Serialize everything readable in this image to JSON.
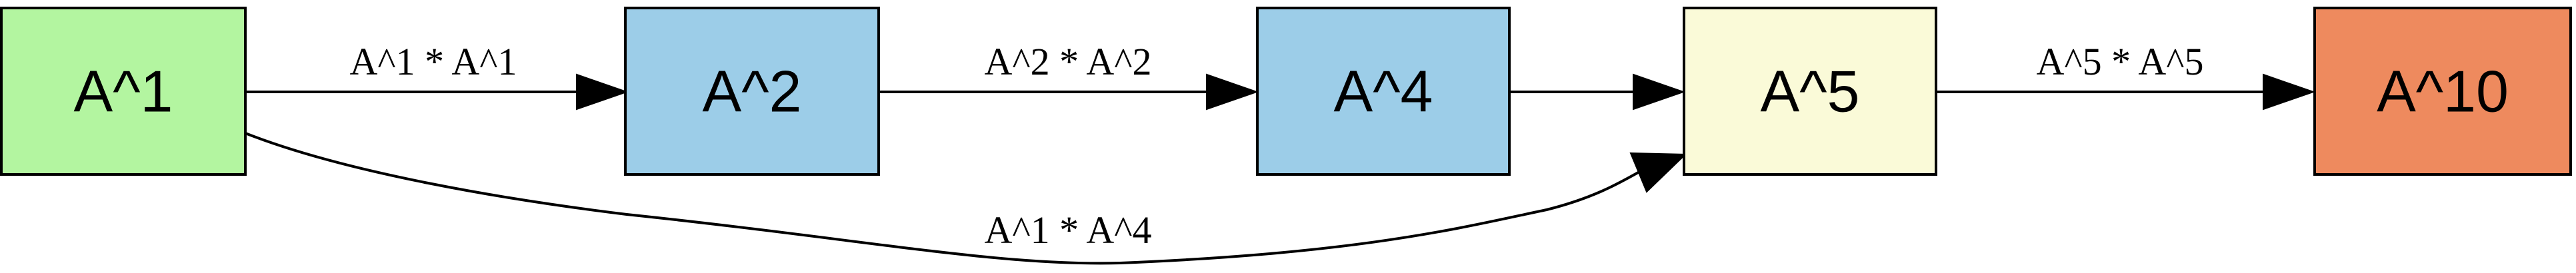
{
  "nodes": {
    "a1": {
      "label": "A^1",
      "color": "#b3f5a0"
    },
    "a2": {
      "label": "A^2",
      "color": "#9ccde8"
    },
    "a4": {
      "label": "A^4",
      "color": "#9ccde8"
    },
    "a5": {
      "label": "A^5",
      "color": "#fafad8"
    },
    "a10": {
      "label": "A^10",
      "color": "#ee8a5e"
    }
  },
  "edges": {
    "a1_a2": {
      "label": "A^1 * A^1"
    },
    "a2_a4": {
      "label": "A^2 * A^2"
    },
    "a4_a5": {
      "label": ""
    },
    "a5_a10": {
      "label": "A^5 * A^5"
    },
    "a1_a5": {
      "label": "A^1 * A^4"
    }
  }
}
